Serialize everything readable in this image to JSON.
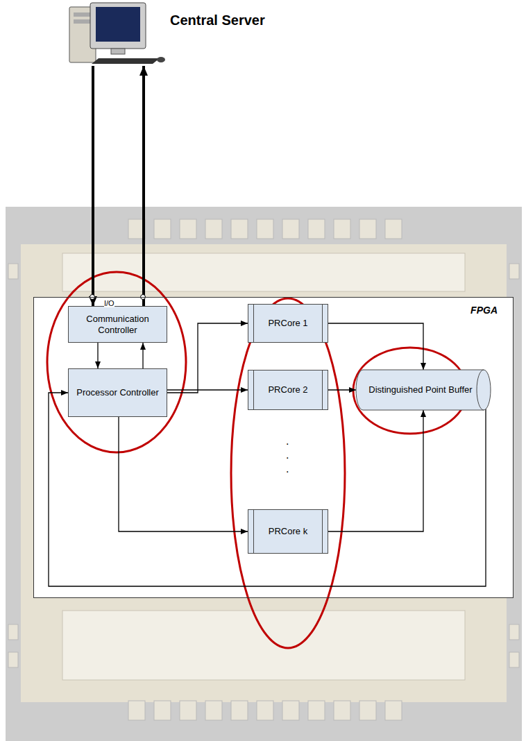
{
  "diagram": {
    "nodes": [
      {
        "text": [
          "Central Server"
        ]
      },
      {
        "text": [
          "FPGA"
        ]
      },
      {
        "text": [
          "Communication Controller"
        ],
        "in": 1
      },
      {
        "text": [
          "Processor Controller"
        ],
        "in": 1
      },
      {
        "text": [
          "PRCore 1"
        ],
        "in": 1
      },
      {
        "text": [
          "PRCore 2"
        ],
        "in": 1
      },
      {
        "text": [
          "PRCore k"
        ],
        "in": 1
      },
      {
        "text": [
          "Distinguished Point Buffer"
        ],
        "in": 1
      }
    ],
    "edges": [
      {
        "from": 0,
        "to": 2,
        "arrow": "to"
      },
      {
        "from": 2,
        "to": 0,
        "arrow": "to"
      },
      {
        "from": 2,
        "to": 3,
        "arrow": "to"
      },
      {
        "from": 3,
        "to": 2,
        "arrow": "to"
      },
      {
        "from": 3,
        "to": 4,
        "arrow": "to"
      },
      {
        "from": 3,
        "to": 5,
        "arrow": "to"
      },
      {
        "from": 3,
        "to": 6,
        "arrow": "to"
      },
      {
        "from": 4,
        "to": 7,
        "arrow": "to"
      },
      {
        "from": 5,
        "to": 7,
        "arrow": "to"
      },
      {
        "from": 6,
        "to": 7,
        "arrow": "to"
      },
      {
        "from": 7,
        "to": 3,
        "arrow": "to"
      }
    ],
    "labels": [
      "I/O",
      ".",
      ".",
      "."
    ]
  }
}
